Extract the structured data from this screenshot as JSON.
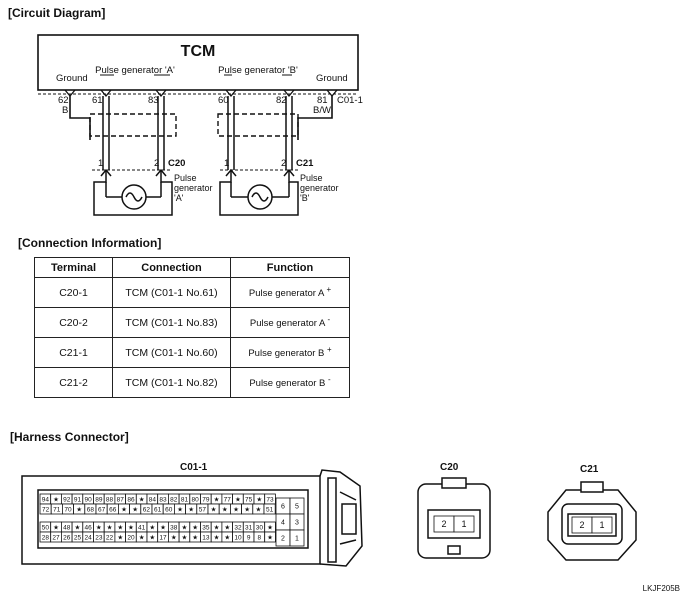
{
  "headings": {
    "circuit": "[Circuit Diagram]",
    "connection": "[Connection Information]",
    "harness": "[Harness Connector]"
  },
  "circuit": {
    "tcm": "TCM",
    "pulse_a": "Pulse generator 'A'",
    "pulse_b": "Pulse generator 'B'",
    "ground_left": "Ground",
    "ground_right": "Ground",
    "pins": [
      "62",
      "61",
      "83",
      "60",
      "82",
      "81"
    ],
    "wire_b": "B",
    "wire_bw": "B/W",
    "connector_c01": "C01-1",
    "c20": "C20",
    "c21": "C21",
    "pin1": "1",
    "pin2": "2",
    "gen_a": [
      "Pulse",
      "generator",
      "'A'"
    ],
    "gen_b": [
      "Pulse",
      "generator",
      "'B'"
    ]
  },
  "table": {
    "headers": [
      "Terminal",
      "Connection",
      "Function"
    ],
    "rows": [
      {
        "terminal": "C20-1",
        "connection": "TCM (C01-1 No.61)",
        "function": "Pulse generator A",
        "sign": "+"
      },
      {
        "terminal": "C20-2",
        "connection": "TCM (C01-1 No.83)",
        "function": "Pulse generator A",
        "sign": "-"
      },
      {
        "terminal": "C21-1",
        "connection": "TCM (C01-1 No.60)",
        "function": "Pulse generator B",
        "sign": "+"
      },
      {
        "terminal": "C21-2",
        "connection": "TCM (C01-1 No.82)",
        "function": "Pulse generator B",
        "sign": "-"
      }
    ]
  },
  "harness": {
    "c01_label": "C01-1",
    "c20_label": "C20",
    "c21_label": "C21",
    "c01_rows": [
      [
        "94",
        "★",
        "92",
        "91",
        "90",
        "89",
        "88",
        "87",
        "86",
        "★",
        "84",
        "83",
        "82",
        "81",
        "80",
        "79",
        "★",
        "77",
        "★",
        "75",
        "★",
        "73"
      ],
      [
        "72",
        "71",
        "70",
        "★",
        "68",
        "67",
        "66",
        "★",
        "★",
        "62",
        "61",
        "60",
        "★",
        "★",
        "57",
        "★",
        "★",
        "★",
        "★",
        "★",
        "51"
      ],
      [
        "50",
        "★",
        "48",
        "★",
        "46",
        "★",
        "★",
        "★",
        "★",
        "41",
        "★",
        "★",
        "38",
        "★",
        "★",
        "35",
        "★",
        "★",
        "32",
        "31",
        "30",
        "★"
      ],
      [
        "28",
        "27",
        "26",
        "25",
        "24",
        "23",
        "22",
        "★",
        "20",
        "★",
        "★",
        "17",
        "★",
        "★",
        "★",
        "13",
        "★",
        "★",
        "10",
        "9",
        "8",
        "★"
      ]
    ],
    "c01_side": [
      "6",
      "5",
      "4",
      "3",
      "2",
      "1"
    ],
    "c20_pins": [
      "2",
      "1"
    ],
    "c21_pins": [
      "2",
      "1"
    ]
  },
  "figure_id": "LKJF205B"
}
